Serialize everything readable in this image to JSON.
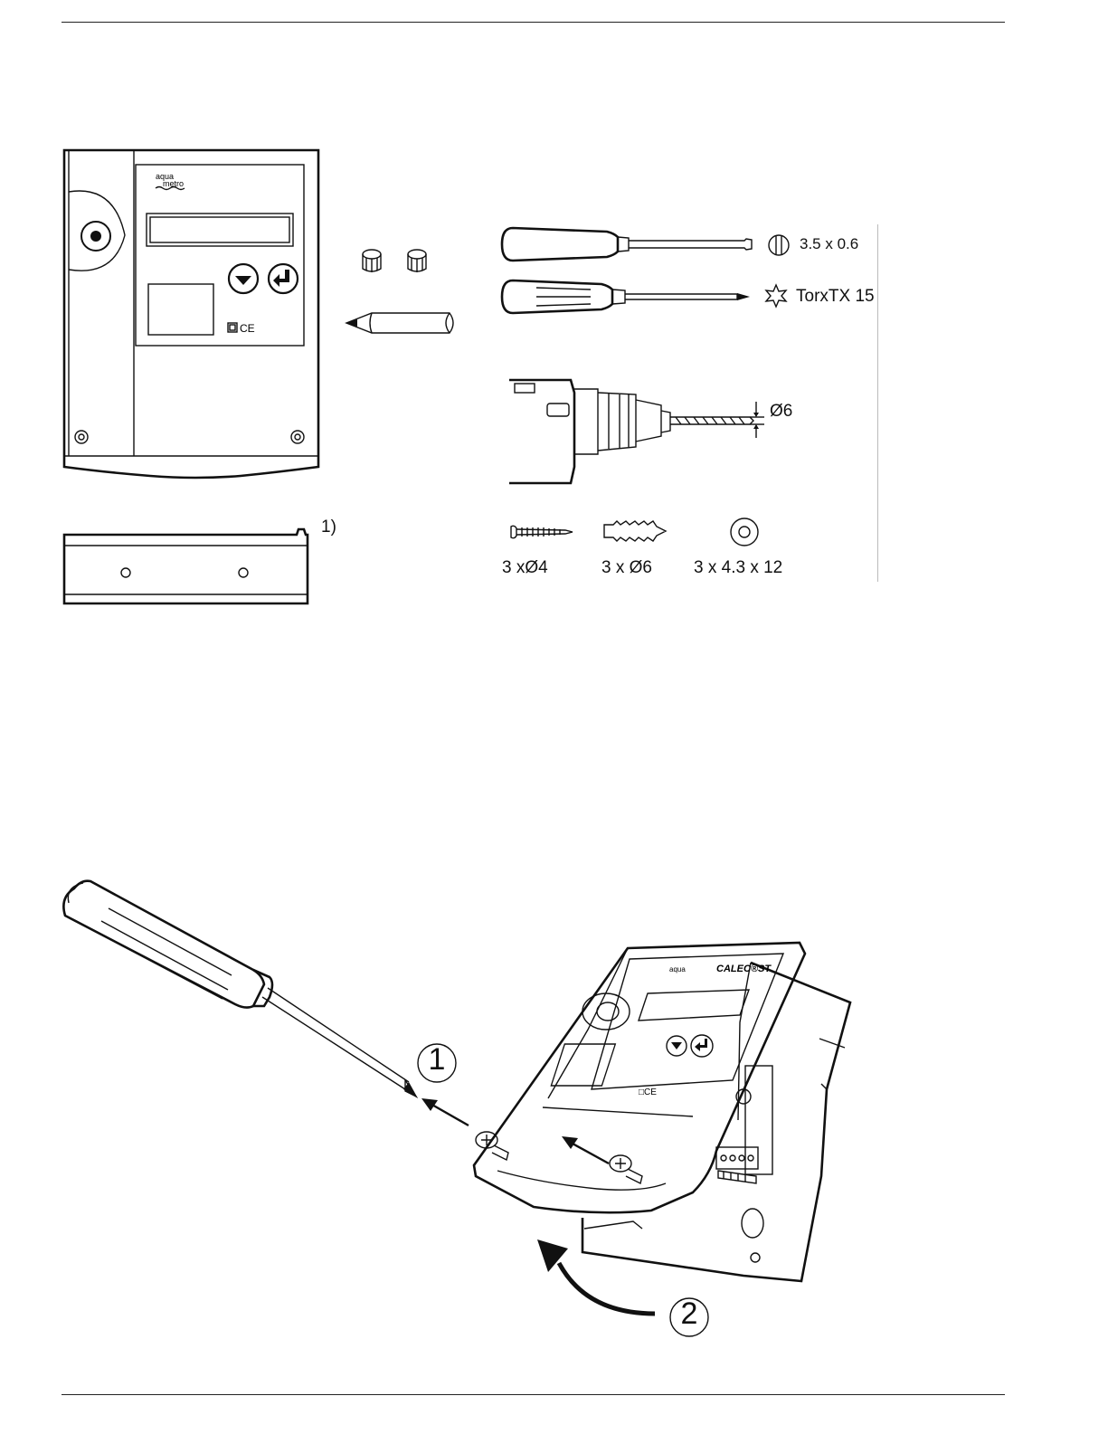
{
  "figure1": {
    "footnote_marker": "1)",
    "screwdriver_slotted_label": "3.5 x 0.6",
    "screwdriver_torx_label": "TorxTX 15",
    "drill_bit_label": "Ø6",
    "screw_label": "3 xØ4",
    "wall_plug_label": "3 x Ø6",
    "washer_label": "3 x  4.3 x 12"
  },
  "figure2": {
    "step1_label": "1",
    "step2_label": "2"
  },
  "icons": [
    "calculator-front-icon",
    "din-rail-icon",
    "cable-gland-icon",
    "pencil-icon",
    "slotted-screwdriver-icon",
    "torx-screwdriver-icon",
    "drill-icon",
    "screw-icon",
    "wall-plug-icon",
    "washer-icon",
    "opened-calculator-icon",
    "arrow-icon"
  ]
}
